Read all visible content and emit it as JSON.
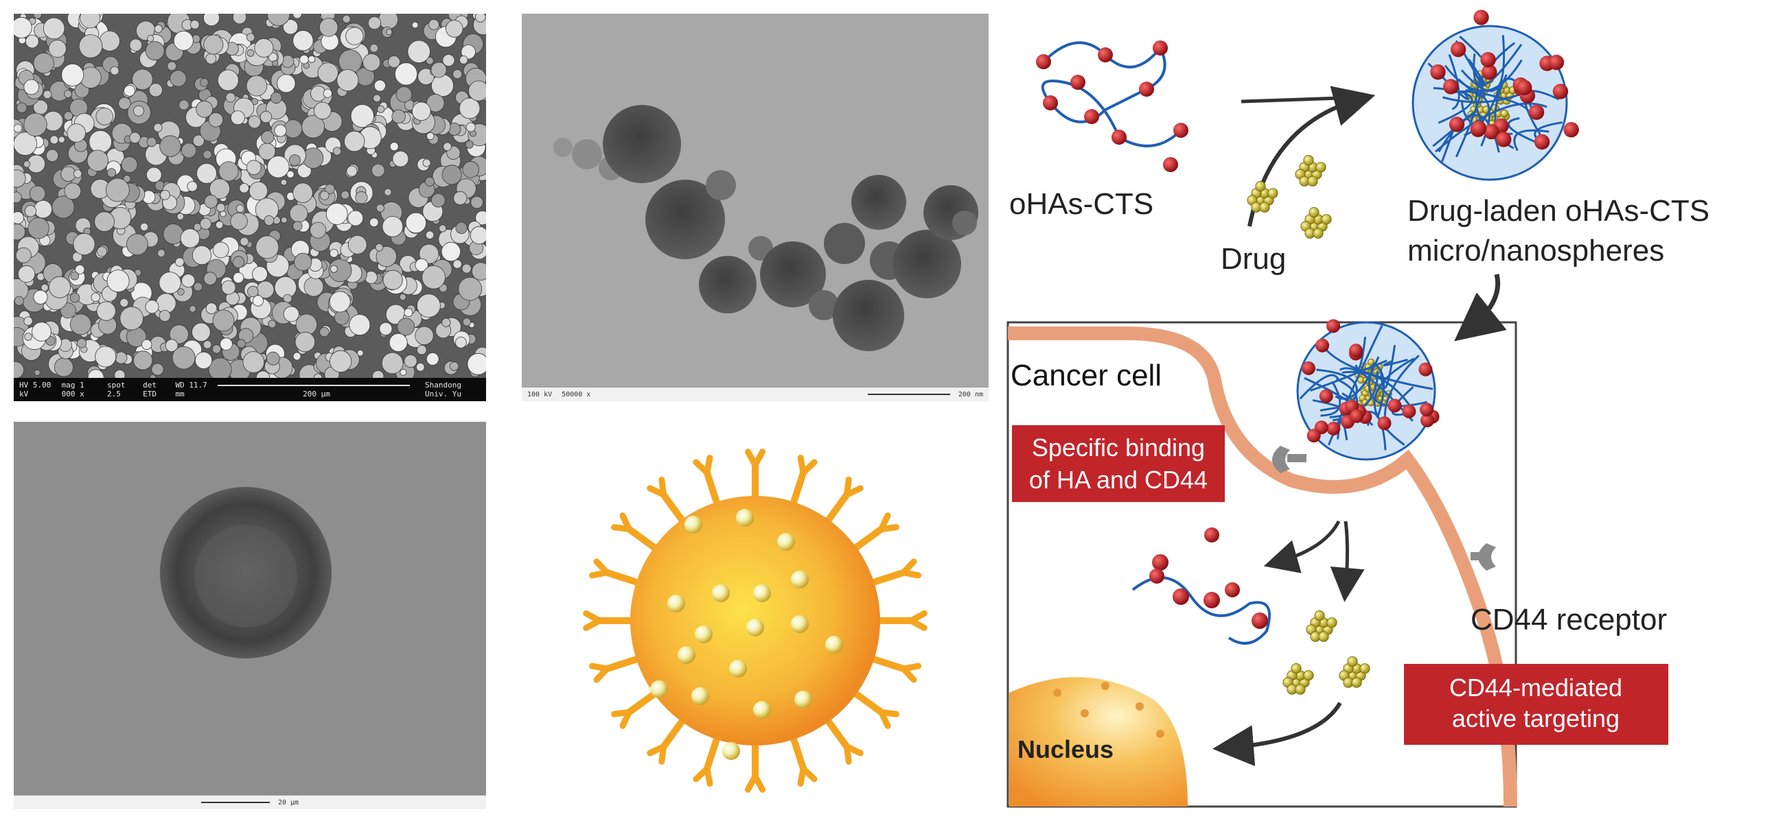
{
  "sem_micrograph": {
    "info_bar": {
      "hv": "HV",
      "mag": "mag",
      "spot": "spot",
      "det": "det",
      "wd": "WD",
      "scale": "200 μm",
      "hv_value": "5.00 kV",
      "mag_value": "1 000 x",
      "spot_value": "2.5",
      "det_value": "ETD",
      "wd_value": "11.7 mm",
      "lab": "Shandong Univ. Yu"
    }
  },
  "tem_micrograph": {
    "info_bar": {
      "scale": "200 nm",
      "voltage": "100 kV",
      "mag": "50000 x"
    }
  },
  "sphere_micrograph": {
    "info_bar": {
      "scale": "20 μm"
    }
  },
  "mechanism": {
    "ohas_cts_label": "oHAs-CTS",
    "drug_label": "Drug",
    "laden_label_line1": "Drug-laden oHAs-CTS",
    "laden_label_line2": "micro/nanospheres",
    "cancer_cell_label": "Cancer cell",
    "binding_line1": "Specific binding",
    "binding_line2": "of HA and CD44",
    "receptor_label": "CD44 receptor",
    "targeting_line1": "CD44-mediated",
    "targeting_line2": "active targeting",
    "nucleus_label": "Nucleus"
  },
  "colors": {
    "polymer_chain": "#1f5fb4",
    "ha_bead": "#a4161a",
    "drug": "#d8c422",
    "membrane": "#e9a07a",
    "label_box": "#c0252a",
    "nucleus": "#f0a53c"
  }
}
